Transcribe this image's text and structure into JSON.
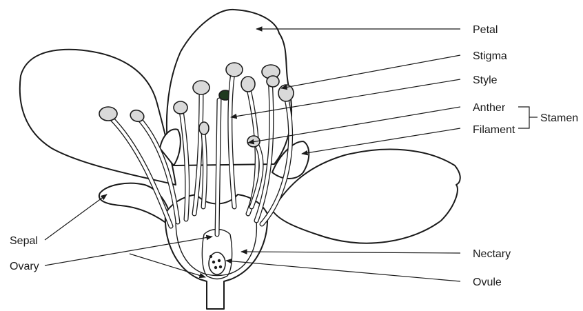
{
  "labels": {
    "petal": "Petal",
    "stigma": "Stigma",
    "style": "Style",
    "anther": "Anther",
    "filament": "Filament",
    "stamen": "Stamen",
    "sepal": "Sepal",
    "ovary": "Ovary",
    "nectary": "Nectary",
    "ovule": "Ovule"
  },
  "colors": {
    "line": "#1a1a1a",
    "anther_fill": "#d9d9d9",
    "stigma_fill": "#1f3a1f",
    "background": "#ffffff"
  }
}
